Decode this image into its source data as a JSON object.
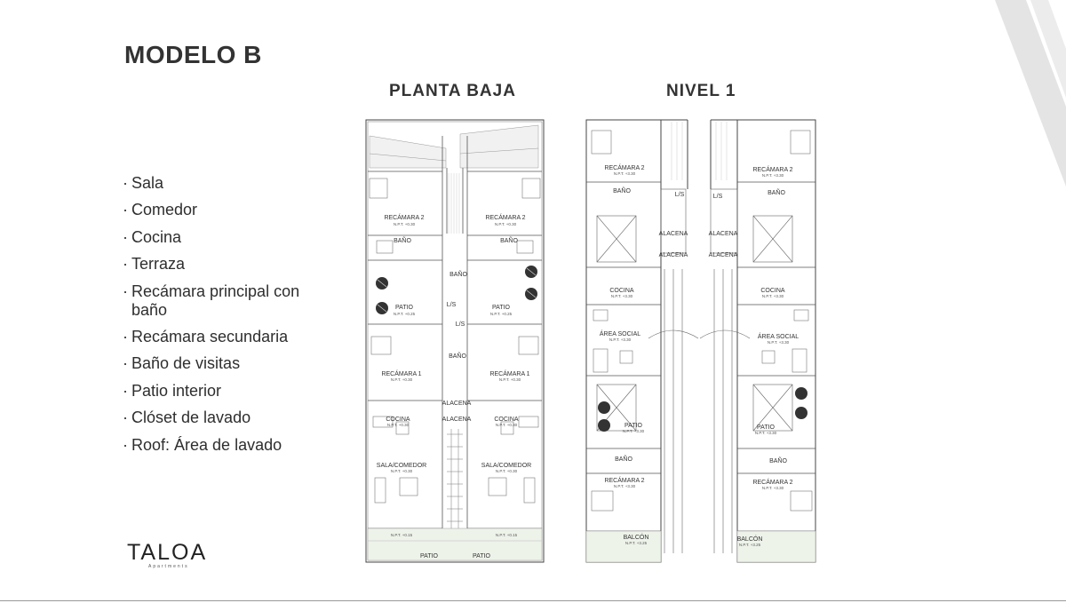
{
  "title": "MODELO B",
  "plan_titles": {
    "ground": "PLANTA BAJA",
    "level1": "NIVEL 1"
  },
  "features": [
    "Sala",
    "Comedor",
    "Cocina",
    "Terraza",
    "Recámara principal con baño",
    "Recámara secundaria",
    "Baño de visitas",
    "Patio interior",
    "Clóset de lavado",
    "Roof: Área de lavado"
  ],
  "logo": {
    "word": "TALOA",
    "sub": "Apartments"
  },
  "ground_plan": {
    "recamara2": "RECÁMARA 2",
    "npt_030": "N.P.T. +0.30",
    "npt_025": "N.P.T. +0.25",
    "npt_015": "N.P.T. +0.15",
    "bano": "BAÑO",
    "patio_interior": "PATIO",
    "recamara1": "RECÁMARA 1",
    "cocina": "COCINA",
    "sala_comedor": "SALA/COMEDOR",
    "patio": "PATIO",
    "ls": "L/S",
    "alacena": "ALACENA"
  },
  "level1_plan": {
    "recamara2": "RECÁMARA 2",
    "npt_330": "N.P.T. +3.30",
    "npt_325": "N.P.T. +3.25",
    "bano": "BAÑO",
    "cocina": "COCINA",
    "area_social": "ÁREA SOCIAL",
    "patio": "PATIO",
    "balcon": "BALCÓN",
    "ls": "L/S",
    "alacena": "ALACENA"
  }
}
